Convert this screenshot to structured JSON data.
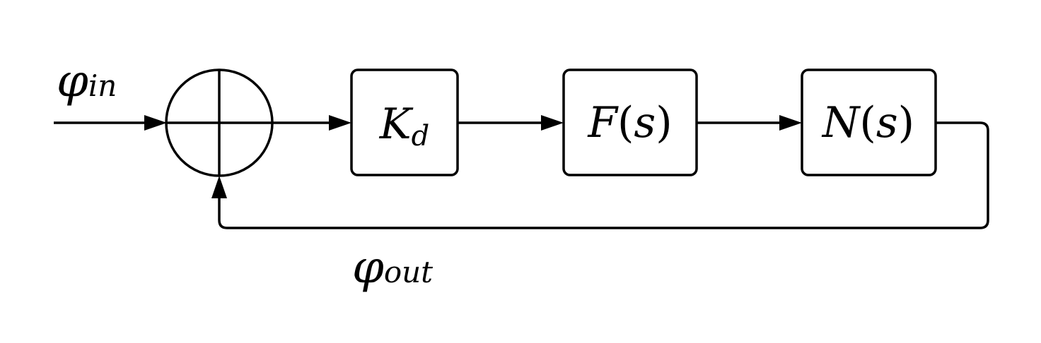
{
  "signals": {
    "input": {
      "symbol": "φ",
      "subscript": "in"
    },
    "feedback": {
      "symbol": "φ",
      "subscript": "out"
    }
  },
  "blocks": [
    {
      "id": "kd",
      "main": "K",
      "subscript": "d",
      "arg": ""
    },
    {
      "id": "filter",
      "main": "F",
      "subscript": "",
      "arg": "s"
    },
    {
      "id": "nco",
      "main": "N",
      "subscript": "",
      "arg": "s"
    }
  ],
  "colors": {
    "stroke": "#000000",
    "background": "#ffffff"
  }
}
